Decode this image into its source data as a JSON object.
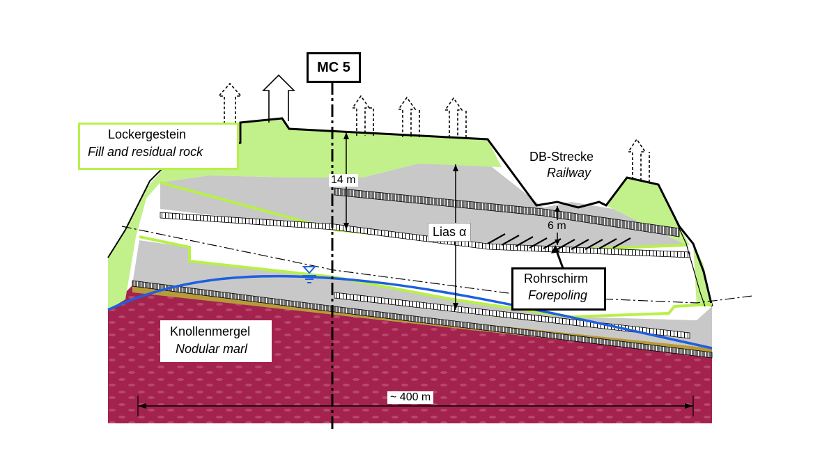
{
  "section_marker": "MC 5",
  "labels": {
    "loose_rock_de": "Lockergestein",
    "loose_rock_en": "Fill and residual rock",
    "railway_de": "DB-Strecke",
    "railway_en": "Railway",
    "lias": "Lias α",
    "forepoling_de": "Rohrschirm",
    "forepoling_en": "Forepoling",
    "marl_de": "Knollenmergel",
    "marl_en": "Nodular marl"
  },
  "dimensions": {
    "cover_depth": "14 m",
    "railway_cover": "6 m",
    "length": "~ 400 m"
  },
  "colors": {
    "fill_rock": "#c2f08a",
    "fill_rock_border": "#b8f04a",
    "gray_layer": "#c8c8c8",
    "marl": "#a3234e",
    "yellow_layer": "#b79a3a",
    "groundwater": "#1e5fe0",
    "line": "#000000"
  },
  "icons": [
    "arrow-up-icon",
    "water-table-icon"
  ]
}
